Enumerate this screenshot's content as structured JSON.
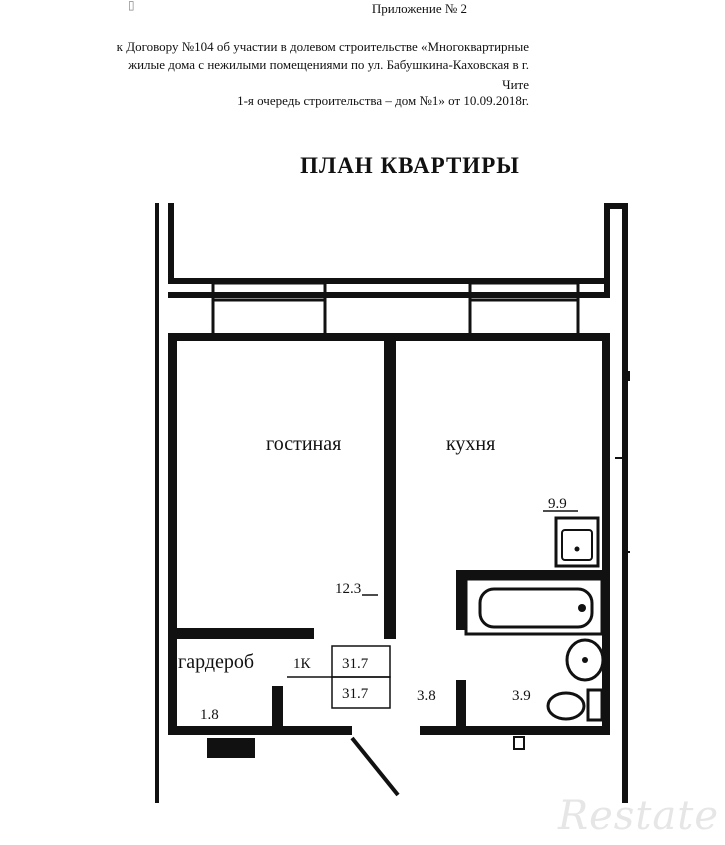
{
  "header": {
    "appendix": "Приложение № 2",
    "line1": "к Договору №104 об участии  в долевом  строительстве «Многоквартирные",
    "line2": "жилые дома с нежилыми помещениями по ул. Бабушкина-Каховская в г.",
    "line3": "Чите",
    "line4": "1-я очередь строительства – дом №1» от 10.09.2018г."
  },
  "title": "ПЛАН КВАРТИРЫ",
  "rooms": {
    "living": "гостиная",
    "kitchen": "кухня",
    "wardrobe": "гардероб"
  },
  "areas": {
    "living": "12.3",
    "kitchen": "9.9",
    "wardrobe": "1.8",
    "hall": "3.8",
    "bath": "3.9",
    "apartment_type": "1К",
    "total": "31.7",
    "living_total": "31.7"
  },
  "watermark": "Restate",
  "icons": {
    "top_left": "small-square-glyph"
  }
}
